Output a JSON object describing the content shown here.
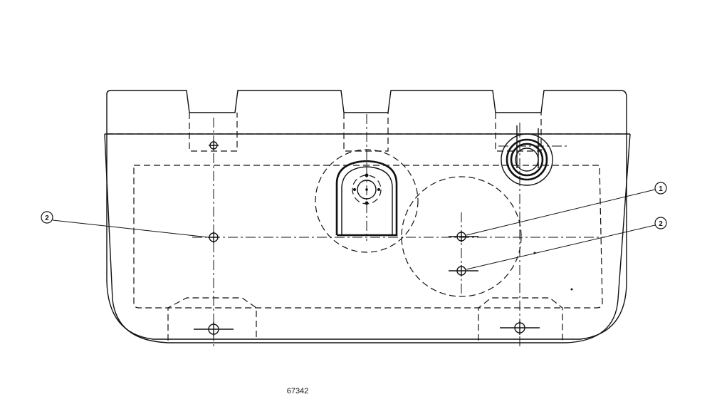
{
  "callouts": {
    "left_label": "2",
    "right_upper_label": "1",
    "right_lower_label": "2"
  },
  "drawing_number": "67342"
}
